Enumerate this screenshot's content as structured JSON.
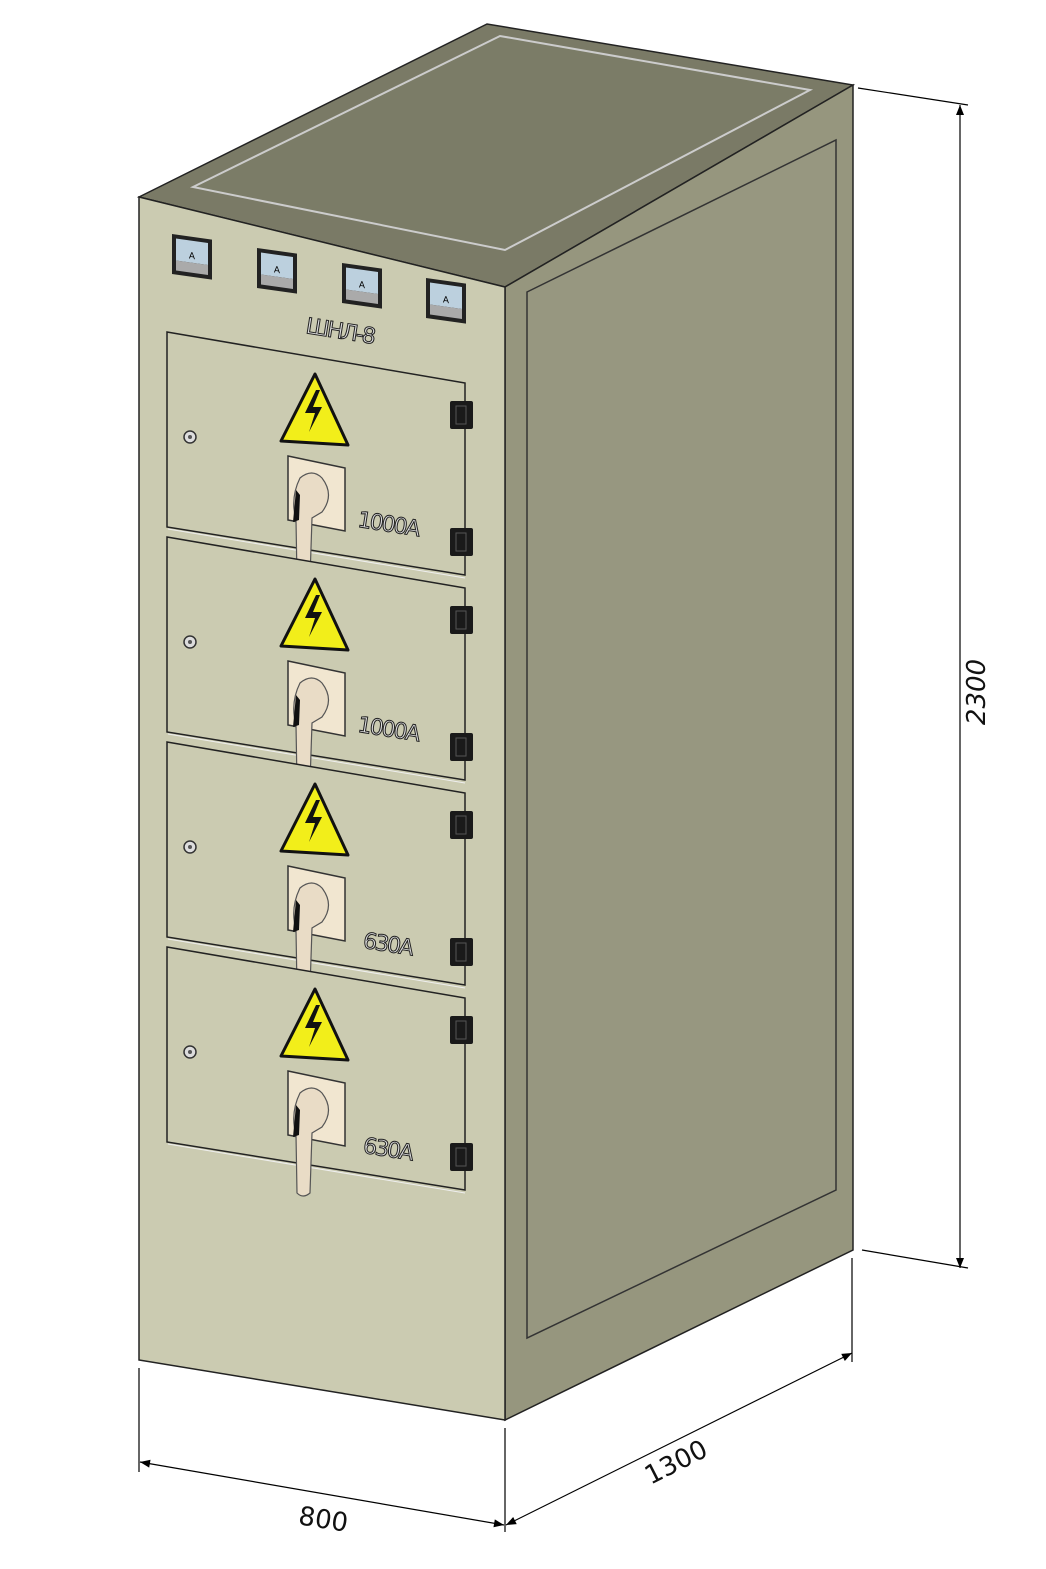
{
  "cabinet": {
    "model_label": "ШНЛ-8",
    "meter_symbol": "A",
    "meter_count": 4,
    "doors": [
      {
        "rating": "1000A"
      },
      {
        "rating": "1000A"
      },
      {
        "rating": "630A"
      },
      {
        "rating": "630A"
      }
    ],
    "colors": {
      "front": "#cbcbb1",
      "side": "#96967e",
      "top": "#7a7a66",
      "warning": "#f2ee1a"
    }
  },
  "dimensions": {
    "height": "2300",
    "depth": "1300",
    "width": "800"
  }
}
